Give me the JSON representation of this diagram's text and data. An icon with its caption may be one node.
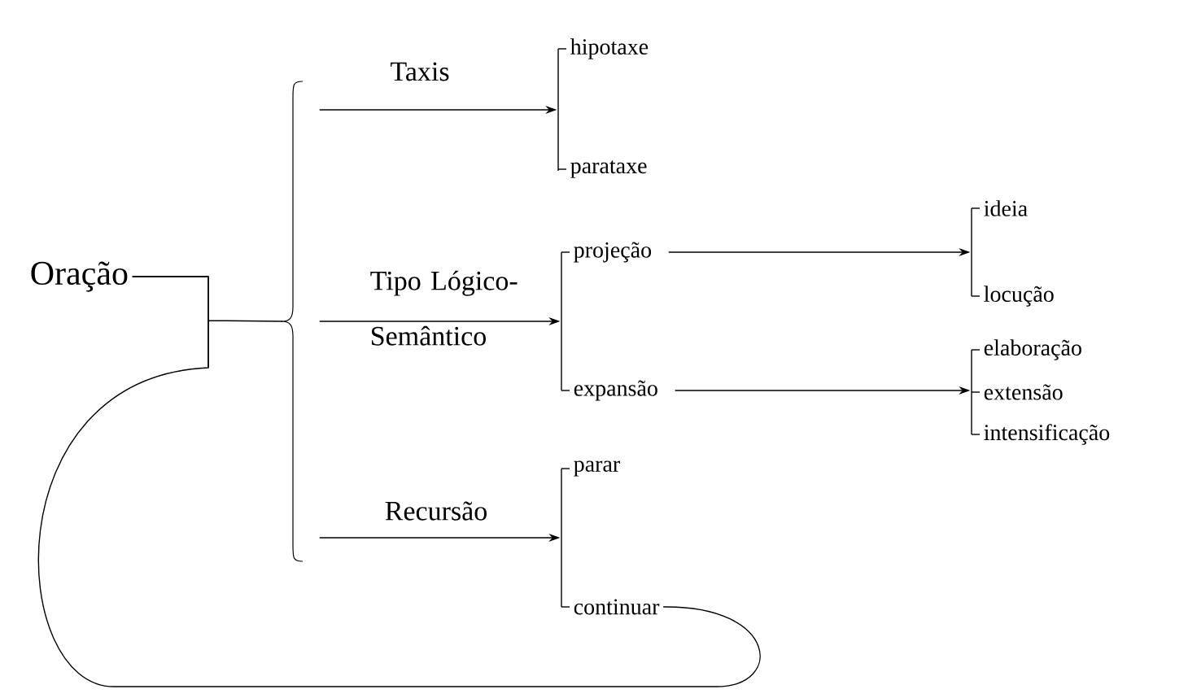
{
  "diagram": {
    "nodes": [
      {
        "text": [
          "Oração"
        ]
      },
      {
        "text": [],
        "shape": "brace"
      },
      {
        "text": [],
        "shape": "bracket"
      },
      {
        "text": [
          "hipotaxe"
        ]
      },
      {
        "text": [
          "parataxe"
        ]
      },
      {
        "text": [],
        "shape": "bracket"
      },
      {
        "text": [
          "projeção"
        ]
      },
      {
        "text": [
          "expansão"
        ]
      },
      {
        "text": [],
        "shape": "bracket"
      },
      {
        "text": [
          "ideia"
        ]
      },
      {
        "text": [
          "locução"
        ]
      },
      {
        "text": [],
        "shape": "bracket"
      },
      {
        "text": [
          "elaboração"
        ]
      },
      {
        "text": [
          "extensão"
        ]
      },
      {
        "text": [
          "intensificação"
        ]
      },
      {
        "text": [],
        "shape": "bracket"
      },
      {
        "text": [
          "parar"
        ]
      },
      {
        "text": [
          "continuar"
        ]
      }
    ],
    "edges": [
      {
        "from": 0,
        "to": 1,
        "arrow": "none"
      },
      {
        "from": 1,
        "to": 2,
        "arrow": "to",
        "label": "Taxis"
      },
      {
        "from": 1,
        "to": 5,
        "arrow": "to",
        "label": "Tipo Lógico-Semântico"
      },
      {
        "from": 1,
        "to": 15,
        "arrow": "to",
        "label": "Recursão"
      },
      {
        "from": 2,
        "to": 3,
        "arrow": "none"
      },
      {
        "from": 2,
        "to": 4,
        "arrow": "none"
      },
      {
        "from": 5,
        "to": 6,
        "arrow": "none"
      },
      {
        "from": 5,
        "to": 7,
        "arrow": "none"
      },
      {
        "from": 6,
        "to": 8,
        "arrow": "to"
      },
      {
        "from": 7,
        "to": 11,
        "arrow": "to"
      },
      {
        "from": 8,
        "to": 9,
        "arrow": "none"
      },
      {
        "from": 8,
        "to": 10,
        "arrow": "none"
      },
      {
        "from": 11,
        "to": 12,
        "arrow": "none"
      },
      {
        "from": 11,
        "to": 13,
        "arrow": "none"
      },
      {
        "from": 11,
        "to": 14,
        "arrow": "none"
      },
      {
        "from": 15,
        "to": 16,
        "arrow": "none"
      },
      {
        "from": 15,
        "to": 17,
        "arrow": "none"
      },
      {
        "from": 17,
        "to": 0,
        "arrow": "none"
      }
    ]
  }
}
